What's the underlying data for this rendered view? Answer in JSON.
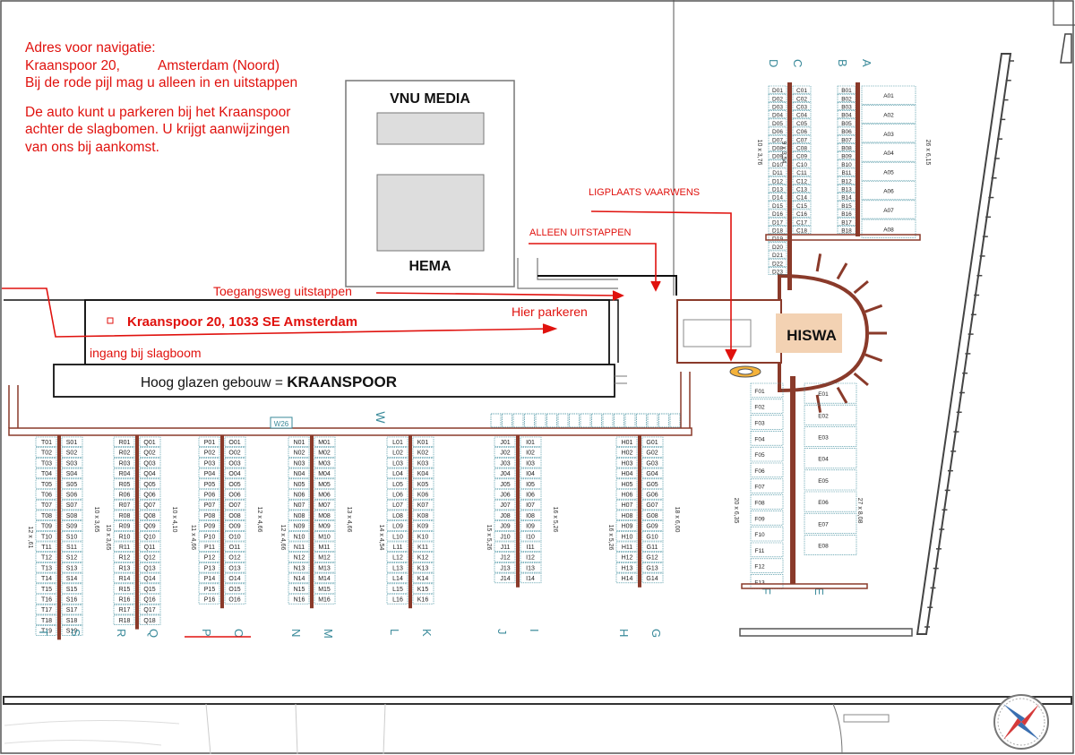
{
  "notes": {
    "line1": "Adres voor navigatie:",
    "line2a": "Kraanspoor 20,",
    "line2b": "Amsterdam (Noord)",
    "line3": "Bij de rode pijl mag u alleen in en uitstappen",
    "line4": "De auto kunt u parkeren bij het Kraanspoor",
    "line5": "achter de slagbomen. U krijgt aanwijzingen",
    "line6": "van ons bij aankomst."
  },
  "labels": {
    "vnu": "VNU MEDIA",
    "hema": "HEMA",
    "ligplaats": "LIGPLAATS VAARWENS",
    "alleen": "ALLEEN UITSTAPPEN",
    "toegang": "Toegangsweg uitstappen",
    "hier": "Hier parkeren",
    "adres": "Kraanspoor 20, 1033 SE Amsterdam",
    "ingang": "ingang bij slagboom",
    "hoog_prefix": "Hoog glazen gebouw = ",
    "hoog_name": "KRAANSPOOR",
    "hiswa": "HISWA",
    "w26": "W26",
    "w": "W"
  },
  "colors": {
    "red": "#e0120e",
    "water": "#ffffff",
    "pier": "#8a3a2a",
    "berth": "#3a8a9a"
  },
  "piers": [
    {
      "left": "T",
      "right": "S",
      "lprefix": "T",
      "rprefix": "S",
      "count": 19,
      "dim": "12 x ,61",
      "dim2": "10 x 3,65"
    },
    {
      "left": "R",
      "right": "Q",
      "lprefix": "R",
      "rprefix": "Q",
      "count": 18,
      "dim": "10 x 3,65",
      "dim2": "10 x 4,10"
    },
    {
      "left": "P",
      "right": "O",
      "lprefix": "P",
      "rprefix": "O",
      "count": 16,
      "dim": "11 x 4,66",
      "dim2": "12 x 4,66"
    },
    {
      "left": "N",
      "right": "M",
      "lprefix": "N",
      "rprefix": "M",
      "count": 16,
      "dim": "12 x 4,66",
      "dim2": "13 x 4,66"
    },
    {
      "left": "L",
      "right": "K",
      "lprefix": "L",
      "rprefix": "K",
      "count": 16,
      "dim": "14 x 4,54",
      "dim2": ""
    },
    {
      "left": "J",
      "right": "I",
      "lprefix": "J",
      "rprefix": "I",
      "count": 14,
      "dim": "15 x 5,26",
      "dim2": "16 x 5,26"
    },
    {
      "left": "H",
      "right": "G",
      "lprefix": "H",
      "rprefix": "G",
      "count": 14,
      "dim": "16 x 5,26",
      "dim2": "18 x 6,00"
    }
  ],
  "north_piers": [
    {
      "label": "D",
      "prefix": "D",
      "count": 23,
      "dim": "10 x 3,76"
    },
    {
      "label": "C",
      "prefix": "C",
      "count": 18,
      "dim": "9 x 3,54"
    },
    {
      "label": "B",
      "prefix": "B",
      "count": 18,
      "dim": ""
    },
    {
      "label": "A",
      "prefix": "A",
      "count": 8,
      "dim": "26 x 6,15"
    }
  ],
  "east_piers": [
    {
      "label": "F",
      "prefix": "F",
      "count": 13,
      "dim": "20 x 6,35"
    },
    {
      "label": "E",
      "prefix": "E",
      "count": 8,
      "dim": "27 x 8,08"
    }
  ]
}
